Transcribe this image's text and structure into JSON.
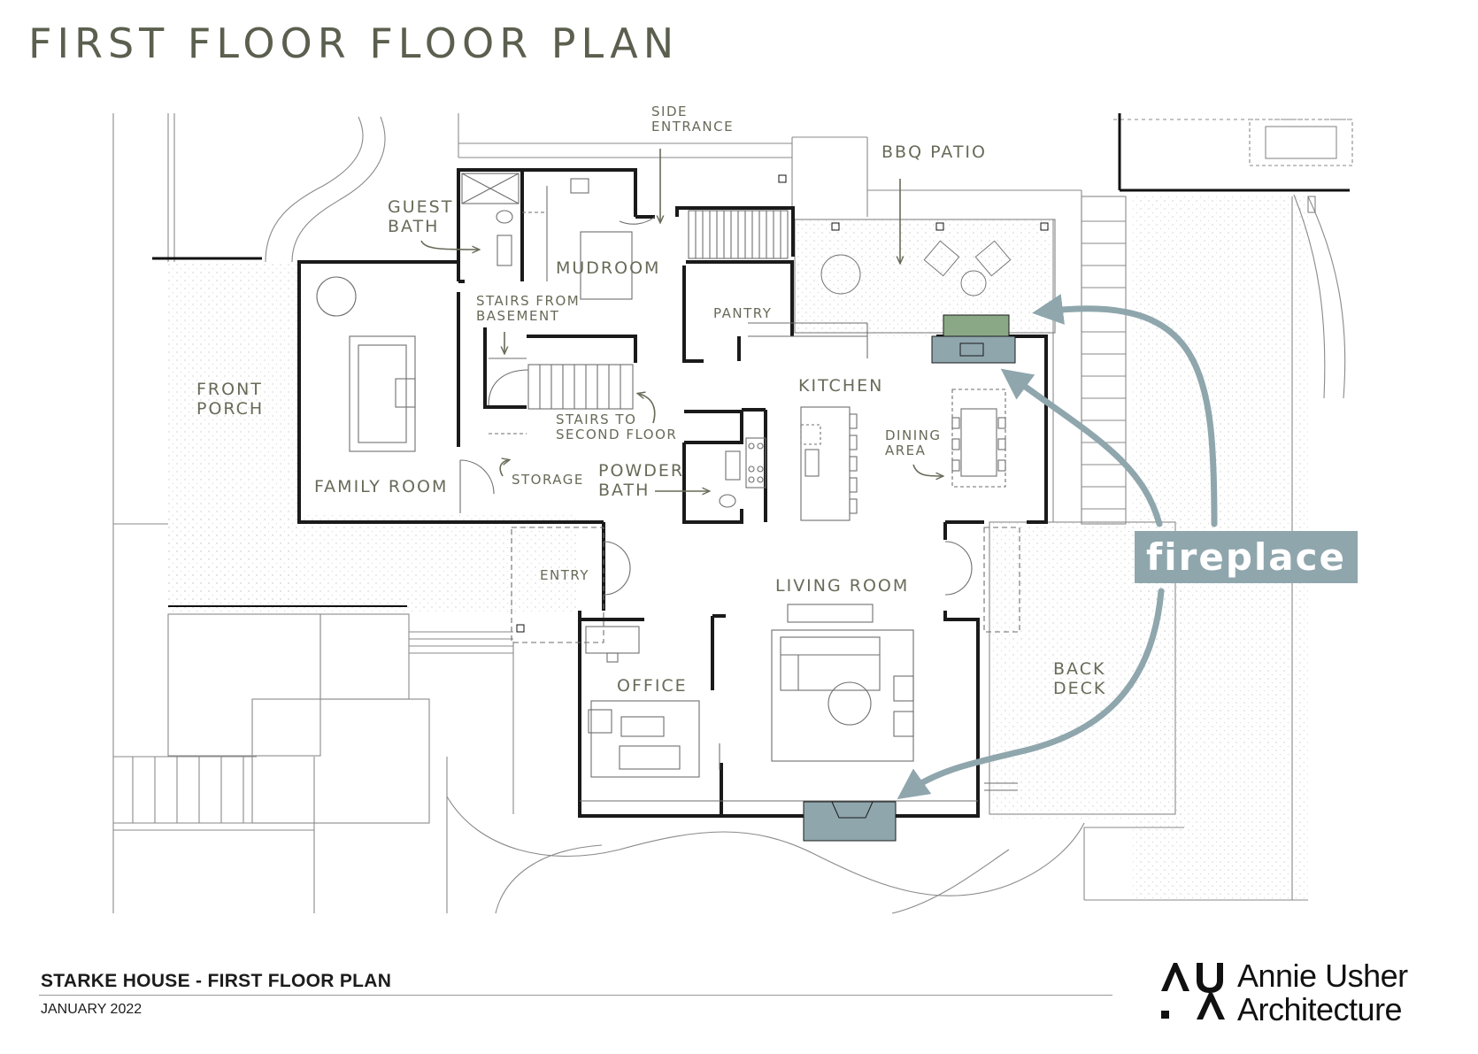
{
  "page": {
    "title": "FIRST FLOOR FLOOR PLAN"
  },
  "rooms": {
    "side_entrance": "SIDE\nENTRANCE",
    "bbq_patio": "BBQ PATIO",
    "guest_bath": "GUEST\nBATH",
    "mudroom": "MUDROOM",
    "stairs_from_basement": "STAIRS FROM\nBASEMENT",
    "pantry": "PANTRY",
    "front_porch": "FRONT\nPORCH",
    "kitchen": "KITCHEN",
    "stairs_to_second_floor": "STAIRS TO\nSECOND FLOOR",
    "dining_area": "DINING\nAREA",
    "powder_bath": "POWDER\nBATH",
    "storage": "STORAGE",
    "family_room": "FAMILY ROOM",
    "entry": "ENTRY",
    "living_room": "LIVING ROOM",
    "office": "OFFICE",
    "back_deck": "BACK\nDECK"
  },
  "callout": {
    "label": "fireplace",
    "color": "#8fa6ad"
  },
  "colors": {
    "title": "#5b5f4e",
    "label": "#676b58",
    "wall": "#1a1a1a",
    "fireplace_kitchen": "#8aa886",
    "fireplace": "#8fa6ad",
    "arrow": "#8fa6ad",
    "hatch": "#dfe3dc"
  },
  "footer": {
    "title": "STARKE HOUSE - FIRST FLOOR PLAN",
    "date": "JANUARY 2022"
  },
  "logo": {
    "line1": "Annie Usher",
    "line2": "Architecture"
  }
}
